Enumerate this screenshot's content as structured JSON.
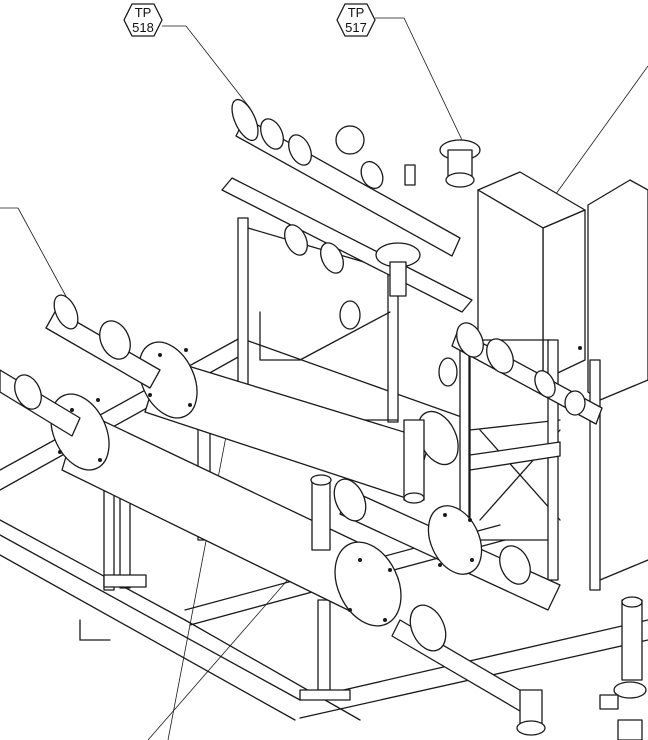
{
  "tags": [
    {
      "id": "tp518",
      "line1": "TP",
      "line2": "518"
    },
    {
      "id": "tp517",
      "line1": "TP",
      "line2": "517"
    }
  ]
}
